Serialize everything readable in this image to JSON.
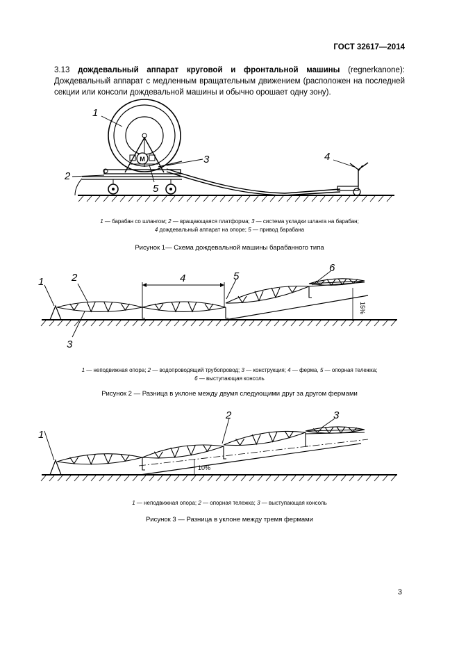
{
  "header": {
    "standard": "ГОСТ 32617—2014"
  },
  "term": {
    "number": "3.13",
    "title": "дождевальный аппарат круговой и фронтальной машины",
    "foreign": "(regnerkanone)",
    "definition": ": Дождевальный аппарат с медленным вращательным движением (расположен на последней секции или консоли дождевальной машины и обычно орошает одну зону)."
  },
  "figure1": {
    "labels": [
      "1",
      "2",
      "3",
      "4",
      "5"
    ],
    "motor_symbol": "M",
    "legend": [
      {
        "n": "1",
        "t": " — барабан со шлангом; "
      },
      {
        "n": "2",
        "t": " — вращающаяся платформа; "
      },
      {
        "n": "3",
        "t": " — система укладки шланга на барабан;"
      },
      {
        "n": "4",
        "t": " дождевальный аппарат на опоре; "
      },
      {
        "n": "5",
        "t": " — привод барабана"
      }
    ],
    "caption": "Рисунок 1— Схема дождевальной машины барабанного типа"
  },
  "figure2": {
    "labels": [
      "1",
      "2",
      "3",
      "4",
      "5",
      "6"
    ],
    "slope": "15%",
    "legend": [
      {
        "n": "1",
        "t": " — неподвижная опора; "
      },
      {
        "n": "2",
        "t": " — водопроводящий трубопровод; "
      },
      {
        "n": "3",
        "t": " — конструкция; "
      },
      {
        "n": "4",
        "t": " — ферма, "
      },
      {
        "n": "5",
        "t": " — опорная тележка;"
      },
      {
        "n": "6",
        "t": " — выступающая консоль"
      }
    ],
    "caption": "Рисунок 2 — Разница в уклоне между двумя следующими друг за другом фермами"
  },
  "figure3": {
    "labels": [
      "1",
      "2",
      "3"
    ],
    "slope": "10%",
    "legend": [
      {
        "n": "1",
        "t": " — неподвижная опора; "
      },
      {
        "n": "2",
        "t": " — опорная тележка; "
      },
      {
        "n": "3",
        "t": " — выступающая консоль"
      }
    ],
    "caption": "Рисунок 3 — Разница в уклоне между тремя фермами"
  },
  "page": {
    "number": "3"
  }
}
